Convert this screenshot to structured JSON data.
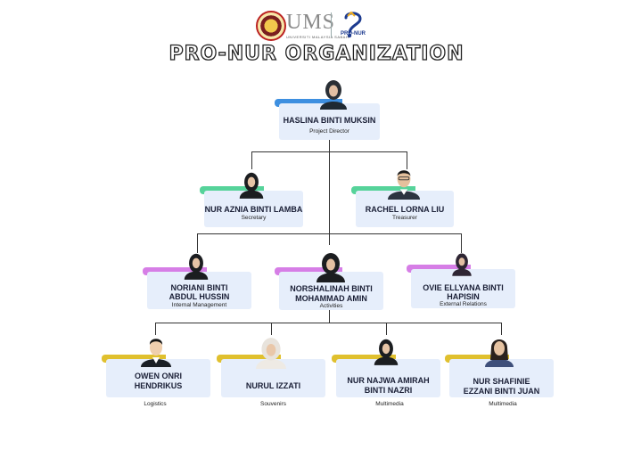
{
  "header": {
    "ums_wordmark": "UMS",
    "ums_subtitle": "UNIVERSITI MALAYSIA SABAH",
    "pronur_logo_text": "PRO-NUR",
    "title": "PRO-NUR ORGANIZATION"
  },
  "colors": {
    "card_bg": "#e6eefb",
    "director_tab": "#3d8fe0",
    "level2_tab": "#56d39a",
    "level3_tab": "#d67ee6",
    "level4_tab": "#e0c02e",
    "line": "#333333"
  },
  "members": {
    "director": {
      "name": "HASLINA BINTI MUKSIN",
      "role": "Project Director",
      "avatar": "person-hijab-icon"
    },
    "secretary": {
      "name": "NUR AZNIA BINTI LAMBA",
      "role": "Secretary",
      "avatar": "person-hijab-icon"
    },
    "treasurer": {
      "name": "RACHEL LORNA LIU",
      "role": "Treasurer",
      "avatar": "person-male-icon"
    },
    "internal": {
      "name_line1": "NORIANI BINTI",
      "name_line2": "ABDUL HUSSIN",
      "role": "Internal Management",
      "avatar": "person-hijab-icon"
    },
    "activities": {
      "name_line1": "NORSHALINAH BINTI",
      "name_line2": "MOHAMMAD AMIN",
      "role": "Activities",
      "avatar": "person-hijab-icon"
    },
    "external": {
      "name_line1": "OVIE ELLYANA BINTI",
      "name_line2": "HAPISIN",
      "role": "External Relations",
      "avatar": "person-hijab-icon"
    },
    "logistics": {
      "name_line1": "OWEN ONRI",
      "name_line2": "HENDRIKUS",
      "role": "Logistics",
      "avatar": "person-male-icon"
    },
    "souvenirs": {
      "name": "NURUL IZZATI",
      "role": "Souvenirs",
      "avatar": "person-hijab-icon"
    },
    "multimedia1": {
      "name_line1": "NUR NAJWA AMIRAH",
      "name_line2": "BINTI NAZRI",
      "role": "Multimedia",
      "avatar": "person-hijab-icon"
    },
    "multimedia2": {
      "name_line1": "NUR SHAFINIE",
      "name_line2": "EZZANI BINTI JUAN",
      "role": "Multimedia",
      "avatar": "person-long-hair-icon"
    }
  }
}
